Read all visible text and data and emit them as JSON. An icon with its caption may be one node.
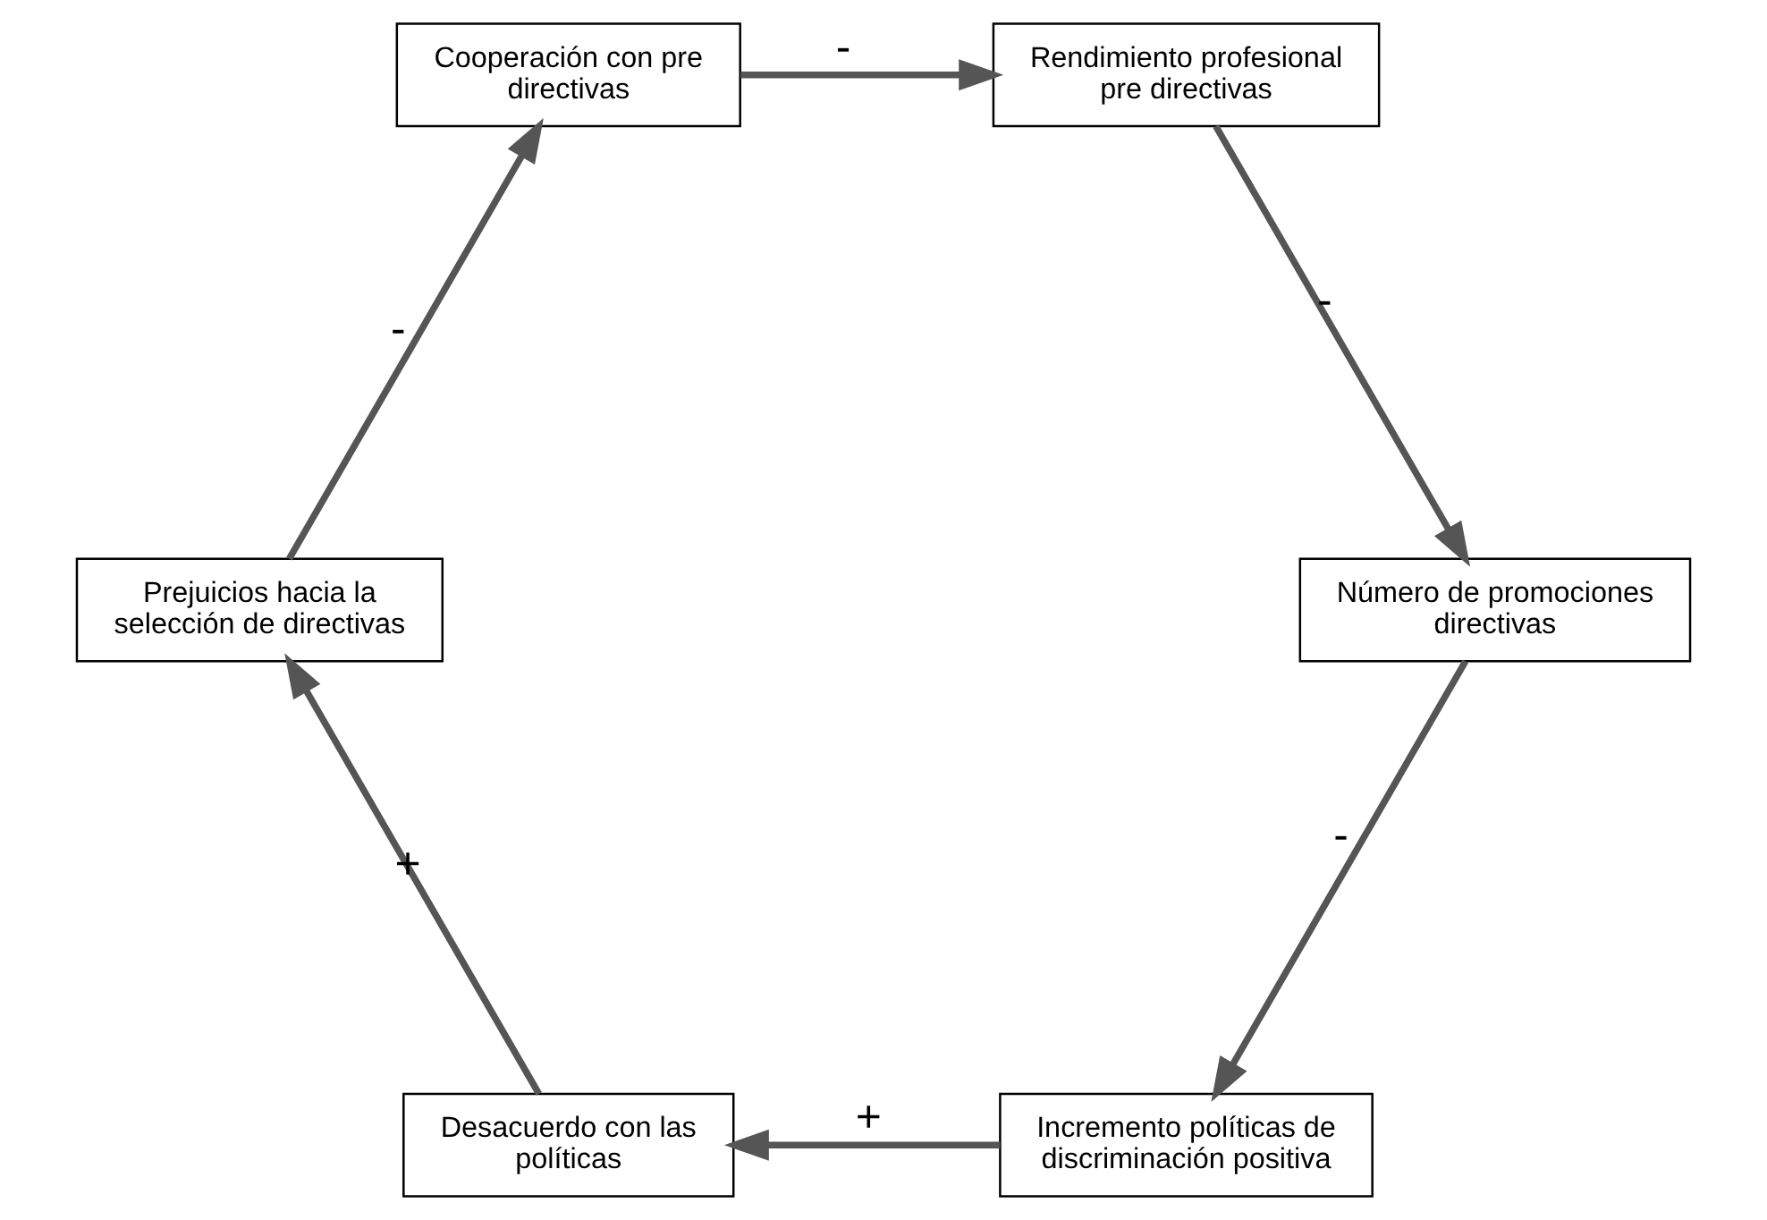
{
  "diagram": {
    "nodes": [
      {
        "text": [
          "Incremento políticas de discriminación positiva"
        ]
      },
      {
        "text": [
          "Desacuerdo con las políticas"
        ]
      },
      {
        "text": [
          "Número de promociones directivas"
        ]
      },
      {
        "text": [
          "Prejuicios hacia la selección de directivas"
        ]
      },
      {
        "text": [
          "Cooperación con pre directivas"
        ]
      },
      {
        "text": [
          "Rendimiento profesional pre directivas"
        ]
      }
    ],
    "edges": [
      {
        "from": 0,
        "to": 1,
        "arrow": "to",
        "label": "+"
      },
      {
        "from": 1,
        "to": 3,
        "arrow": "to",
        "label": "+"
      },
      {
        "from": 3,
        "to": 4,
        "arrow": "to",
        "label": "-"
      },
      {
        "from": 4,
        "to": 5,
        "arrow": "to",
        "label": "-"
      },
      {
        "from": 5,
        "to": 2,
        "arrow": "to",
        "label": "-"
      },
      {
        "from": 2,
        "to": 0,
        "arrow": "to",
        "label": "-"
      }
    ]
  }
}
